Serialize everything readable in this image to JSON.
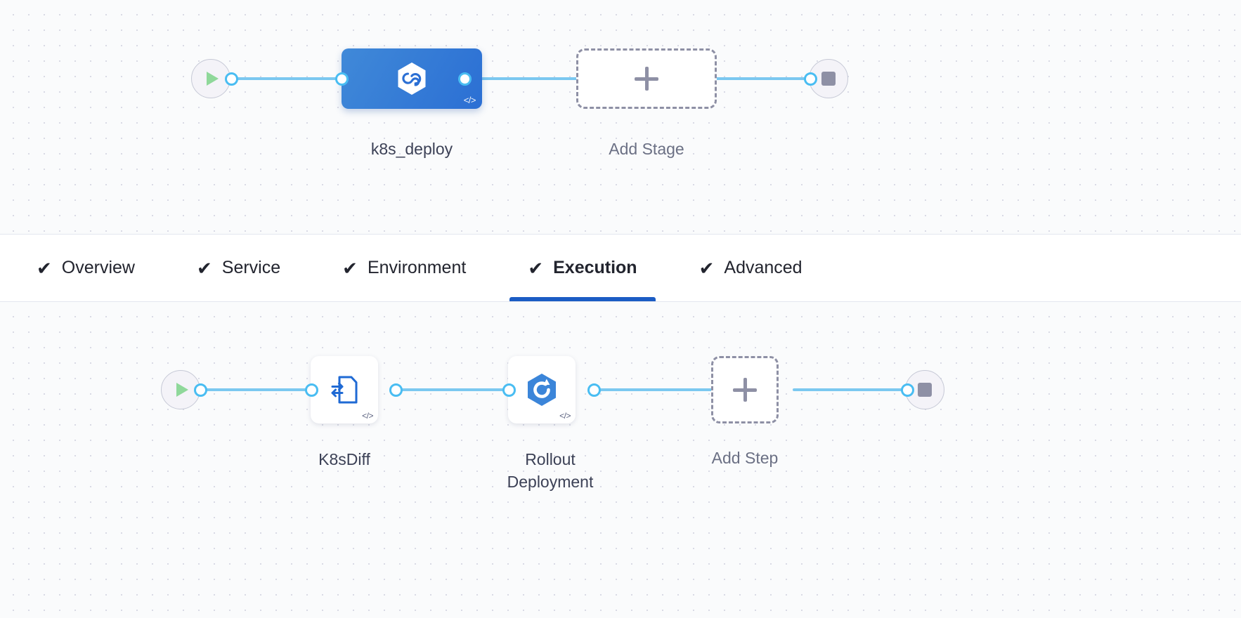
{
  "stage_graph": {
    "start_node": {
      "name": "pipeline-start",
      "icon": "play-icon"
    },
    "end_node": {
      "name": "pipeline-end",
      "icon": "stop-icon"
    },
    "stages": [
      {
        "label": "k8s_deploy",
        "icon": "harness-cd-hexagon-icon",
        "code_badge": "</>",
        "selected": true
      }
    ],
    "add_stage": {
      "label": "Add Stage",
      "icon": "plus-icon"
    }
  },
  "tabs": [
    {
      "label": "Overview",
      "icon": "check-icon",
      "complete": true,
      "active": false
    },
    {
      "label": "Service",
      "icon": "check-icon",
      "complete": true,
      "active": false
    },
    {
      "label": "Environment",
      "icon": "check-icon",
      "complete": true,
      "active": false
    },
    {
      "label": "Execution",
      "icon": "check-icon",
      "complete": true,
      "active": true
    },
    {
      "label": "Advanced",
      "icon": "check-icon",
      "complete": true,
      "active": false
    }
  ],
  "step_graph": {
    "start_node": {
      "name": "execution-start",
      "icon": "play-icon"
    },
    "end_node": {
      "name": "execution-end",
      "icon": "stop-icon"
    },
    "steps": [
      {
        "label": "K8sDiff",
        "icon": "k8s-diff-file-icon",
        "code_badge": "</>"
      },
      {
        "label": "Rollout\nDeployment",
        "icon": "rollout-deployment-hexagon-icon",
        "code_badge": "</>"
      }
    ],
    "add_step": {
      "label": "Add Step",
      "icon": "plus-icon"
    }
  },
  "colors": {
    "accent_blue": "#1b5cc4",
    "stage_blue": "#2b6fd4",
    "wire_blue": "#7bc8f0",
    "connector_blue": "#49bdf2",
    "play_green": "#8fd89a",
    "stop_gray": "#8e90a5",
    "canvas_bg": "#fafbfc",
    "icon_blue": "#1f6ad4"
  },
  "check_glyph": "✔"
}
